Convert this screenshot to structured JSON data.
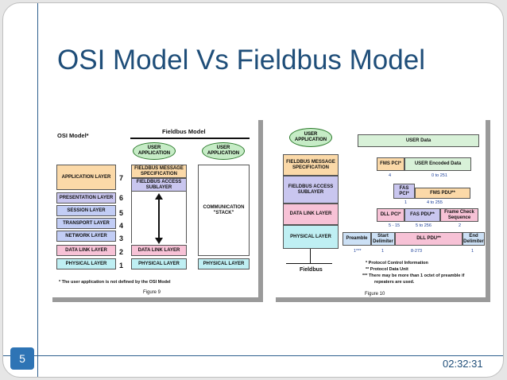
{
  "slide": {
    "title": "OSI Model Vs Fieldbus Model",
    "page_number": "5",
    "time": "02:32:31"
  },
  "figure9": {
    "osi_heading": "OSI Model*",
    "fieldbus_heading": "Fieldbus Model",
    "osi_layers": [
      {
        "name": "APPLICATION LAYER",
        "num": "7"
      },
      {
        "name": "PRESENTATION LAYER",
        "num": "6"
      },
      {
        "name": "SESSION LAYER",
        "num": "5"
      },
      {
        "name": "TRANSPORT LAYER",
        "num": "4"
      },
      {
        "name": "NETWORK LAYER",
        "num": "3"
      },
      {
        "name": "DATA LINK LAYER",
        "num": "2"
      },
      {
        "name": "PHYSICAL LAYER",
        "num": "1"
      }
    ],
    "user_app_1": "USER APPLICATION",
    "user_app_2": "USER APPLICATION",
    "fms": "FIELDBUS MESSAGE SPECIFICATION",
    "fas": "FIELDBUS ACCESS SUBLAYER",
    "comm_stack": "COMMUNICATION \"STACK\"",
    "fb_dll": "DATA LINK LAYER",
    "fb_phy": "PHYSICAL LAYER",
    "fb_phy2": "PHYSICAL LAYER",
    "footnote": "* The user application is not defined by the OSI Model",
    "caption": "Figure 9"
  },
  "figure10": {
    "user_app": "USER APPLICATION",
    "stack": [
      "FIELDBUS MESSAGE SPECIFICATION",
      "FIELDBUS ACCESS SUBLAYER",
      "DATA LINK LAYER",
      "PHYSICAL LAYER"
    ],
    "fieldbus": "Fieldbus",
    "user_data": "USER  Data",
    "fms_pci": "FMS PCI*",
    "user_encoded": "USER  Encoded Data",
    "n4": "4",
    "n0to251": "0 to 251",
    "fas_pci": "FAS PCI*",
    "fms_pdu": "FMS  PDU**",
    "n1a": "1",
    "n4to255": "4 to 255",
    "dll_pci": "DLL PCI*",
    "fas_pdu": "FAS PDU**",
    "frame_check": "Frame Check Sequence",
    "n5to15": "5 - 15",
    "n5to256": "5 to 256",
    "n2": "2",
    "preamble": "Preamble",
    "start_delim": "Start Delimiter",
    "dll_pdu": "DLL PDU**",
    "end_delim": "End Delimiter",
    "n1star": "1***",
    "n1b": "1",
    "n8to273": "8-273",
    "n1c": "1",
    "note1": "* Protocol Control Information",
    "note2": "** Protocol Data Unit",
    "note3": "*** There may be more than 1 octet of preamble if",
    "note4": "repeaters are used.",
    "caption": "Figure 10"
  }
}
